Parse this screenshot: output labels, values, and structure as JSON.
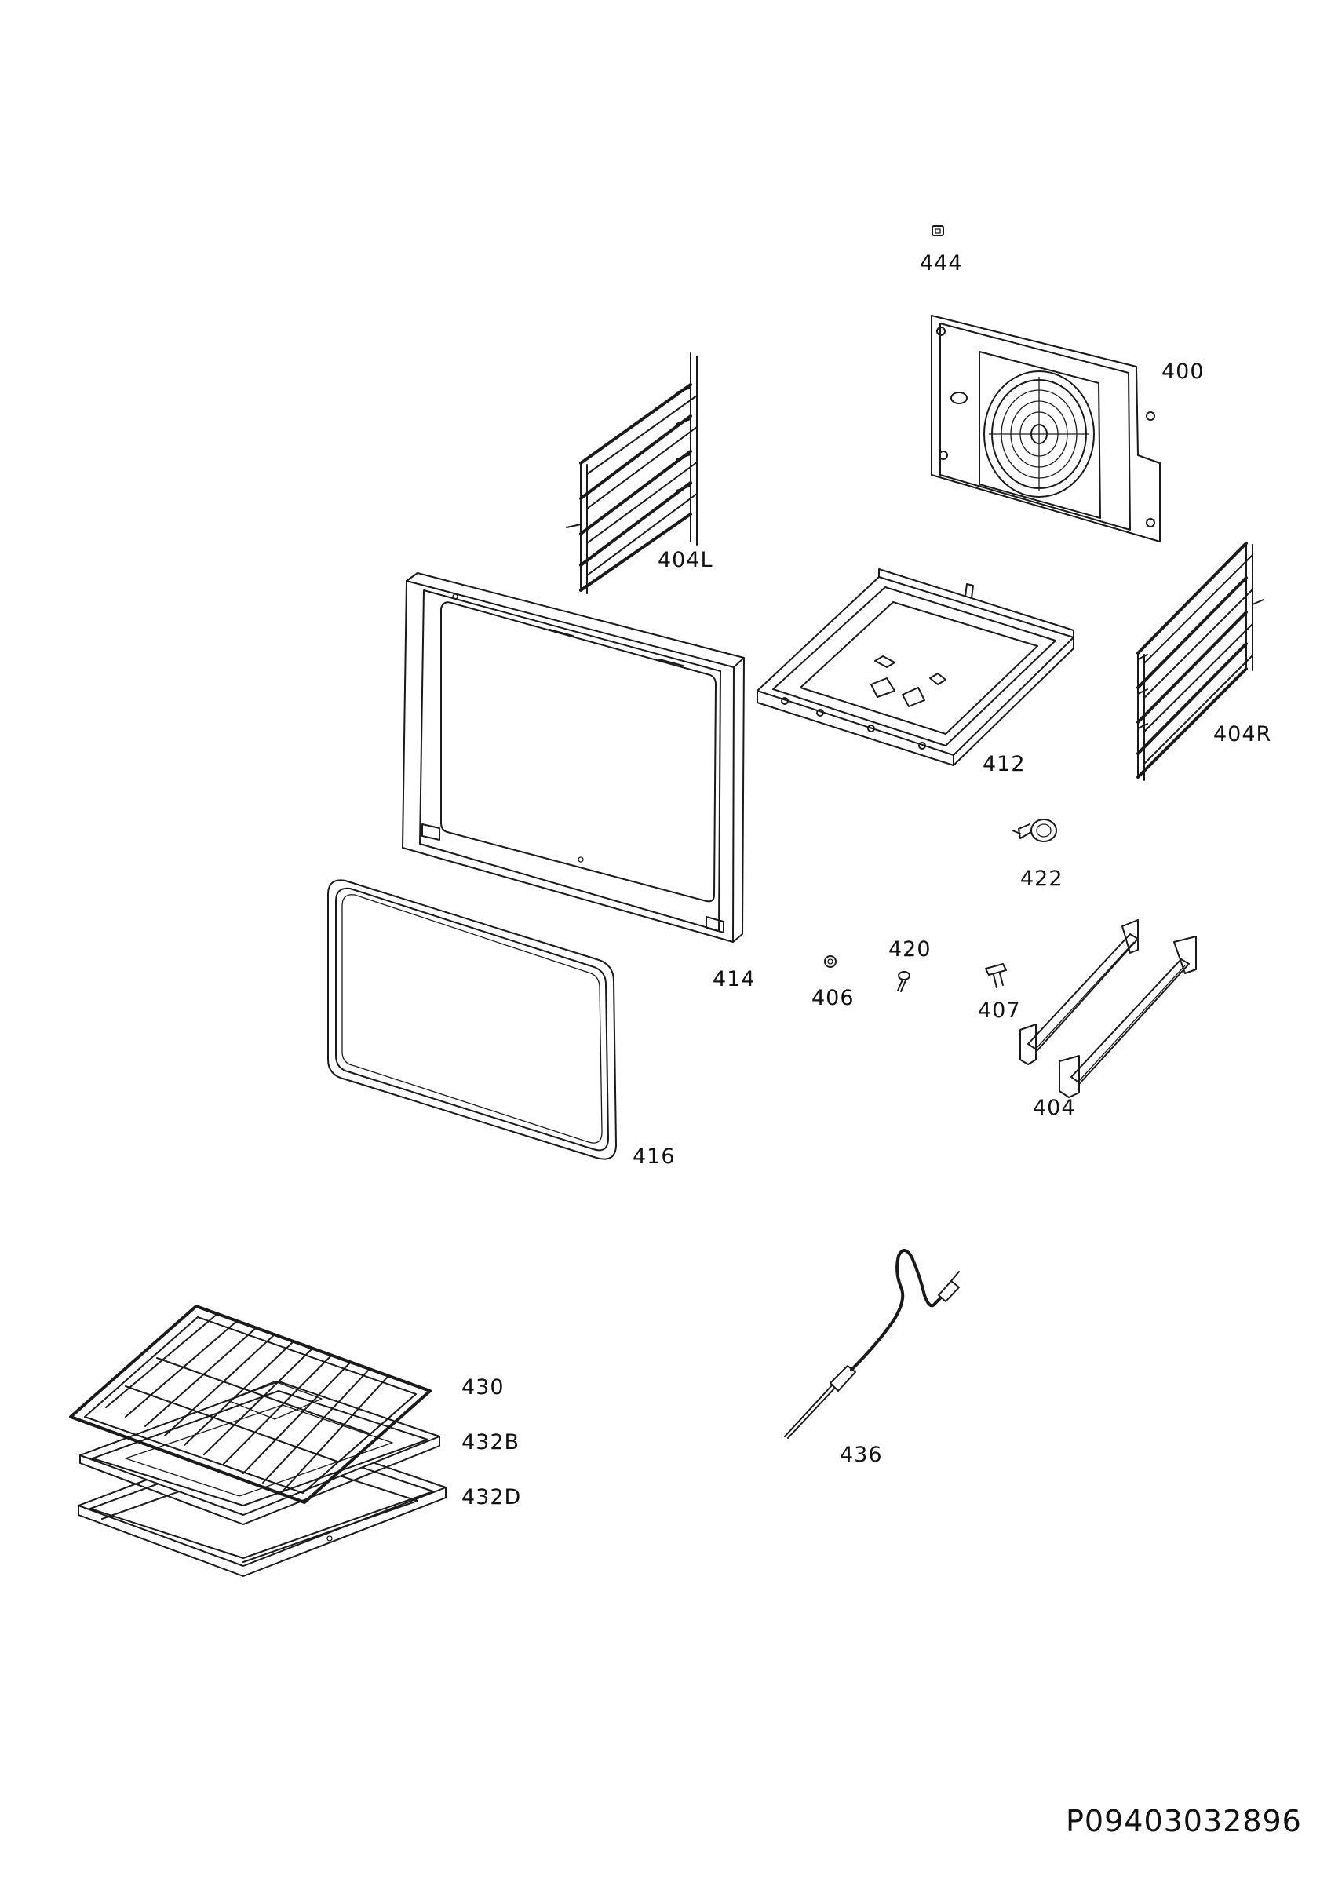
{
  "document_code": "P09403032896",
  "parts": [
    {
      "id": "444",
      "label": "444"
    },
    {
      "id": "400",
      "label": "400"
    },
    {
      "id": "404L",
      "label": "404L"
    },
    {
      "id": "412",
      "label": "412"
    },
    {
      "id": "404R",
      "label": "404R"
    },
    {
      "id": "422",
      "label": "422"
    },
    {
      "id": "420",
      "label": "420"
    },
    {
      "id": "406",
      "label": "406"
    },
    {
      "id": "407",
      "label": "407"
    },
    {
      "id": "414",
      "label": "414"
    },
    {
      "id": "404",
      "label": "404"
    },
    {
      "id": "416",
      "label": "416"
    },
    {
      "id": "430",
      "label": "430"
    },
    {
      "id": "432B",
      "label": "432B"
    },
    {
      "id": "432D",
      "label": "432D"
    },
    {
      "id": "436",
      "label": "436"
    }
  ]
}
